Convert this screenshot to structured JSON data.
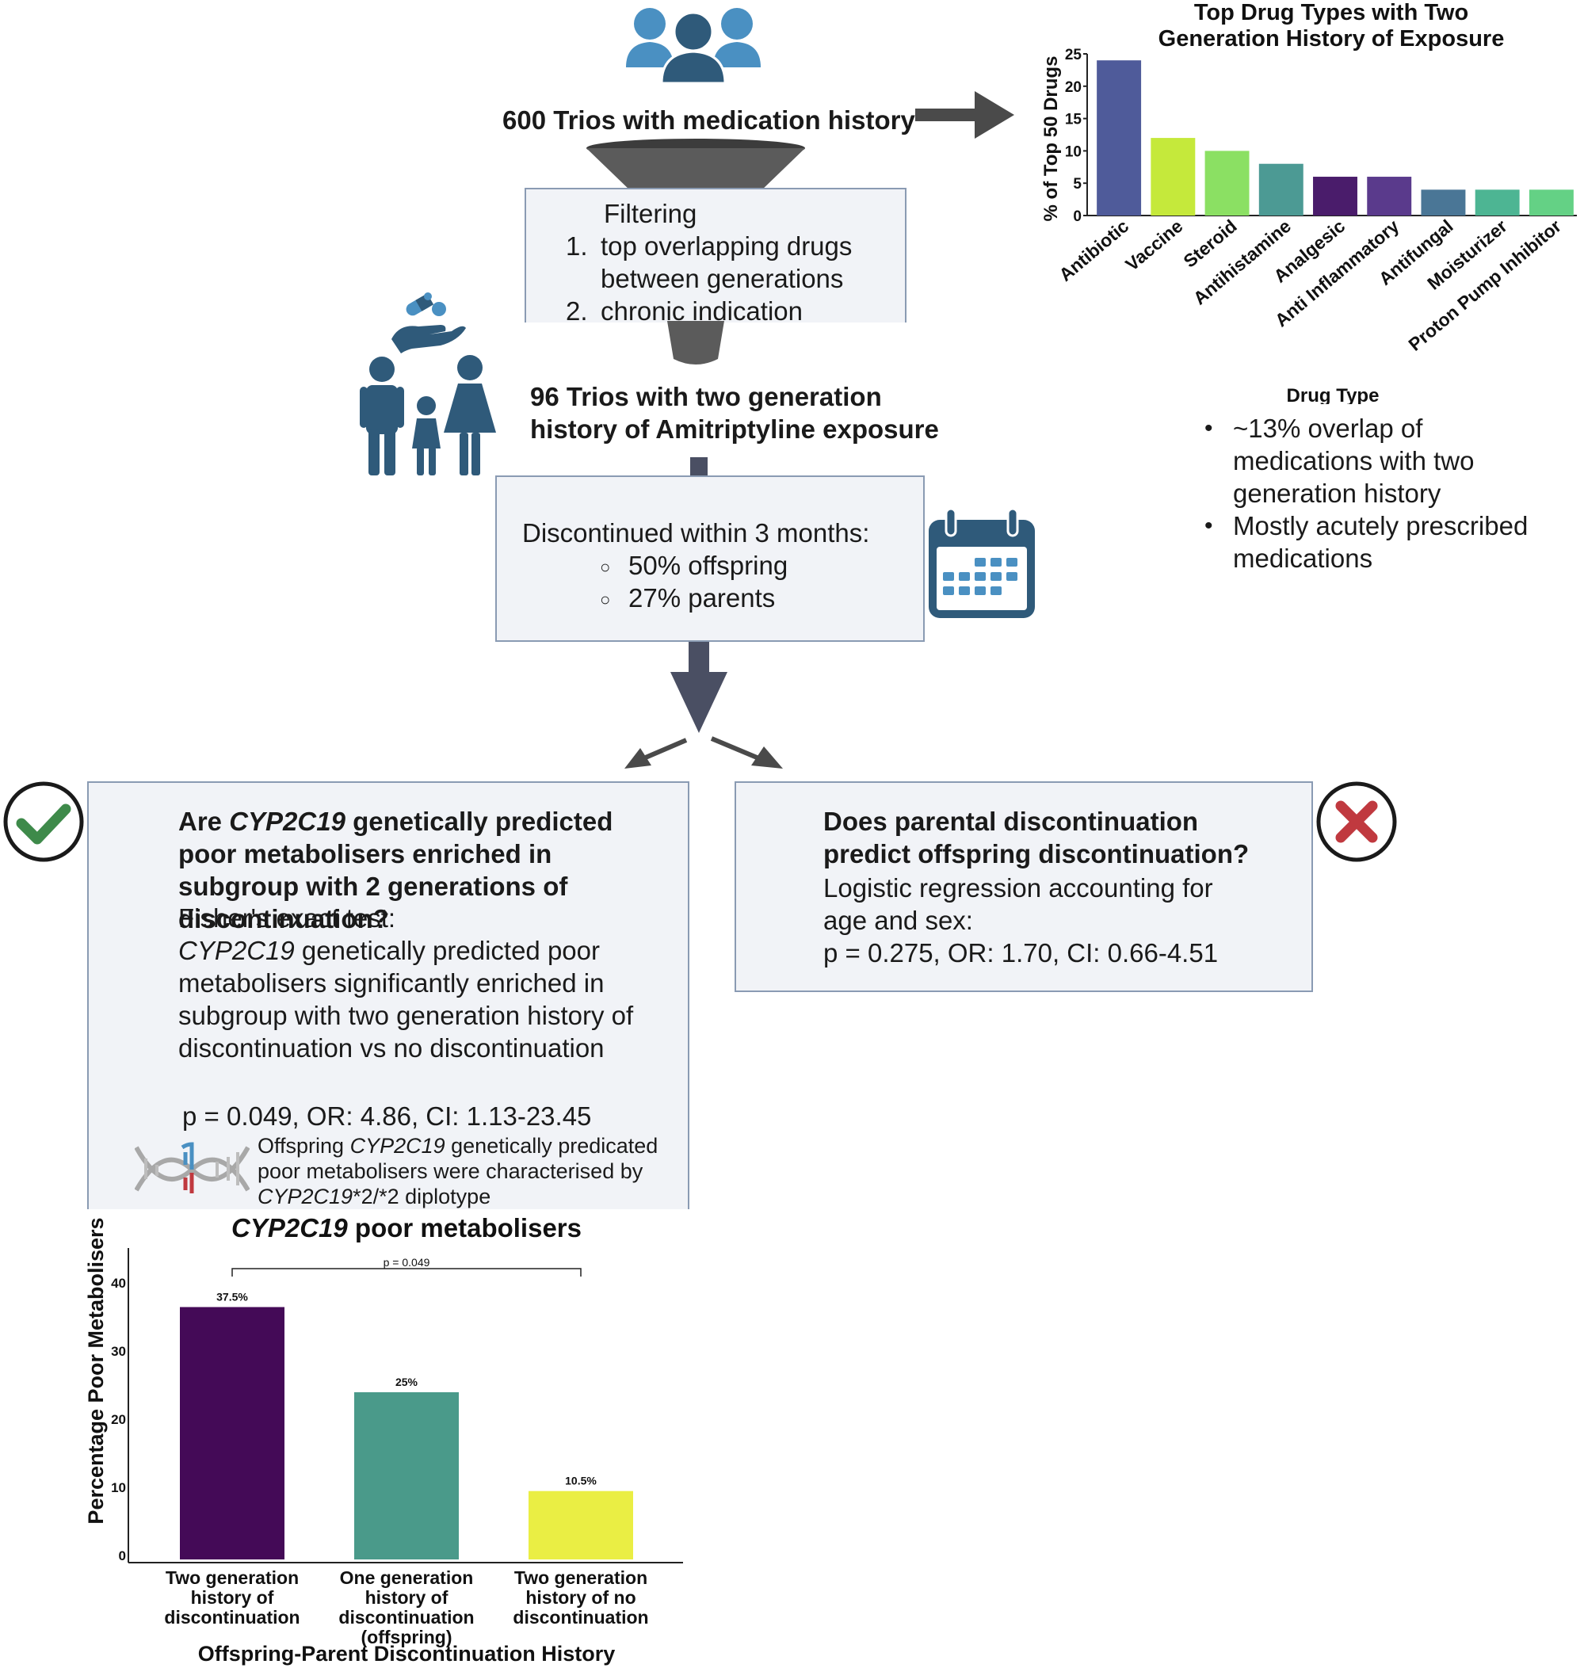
{
  "flow": {
    "cohort": "600 Trios with medication history",
    "filter_box": {
      "title": "Filtering",
      "items": [
        {
          "num": "1.",
          "text": "top overlapping drugs between generations"
        },
        {
          "num": "2.",
          "text": "chronic indication"
        }
      ]
    },
    "subgroup": {
      "line1": "96 Trios with two generation",
      "line2": "history of Amitriptyline exposure"
    },
    "discontinued_box": {
      "title": "Discontinued within 3 months:",
      "items": [
        "50% offspring",
        "27% parents"
      ]
    },
    "right_notes": [
      "~13% overlap of medications with two generation history",
      "Mostly acutely prescribed medications"
    ],
    "left_question": {
      "q_pre": "Are ",
      "q_gene": "CYP2C19",
      "q_post": " genetically predicted poor metabolisers enriched in subgroup with 2 generations of discontinuation?",
      "test": "Fisher's exact test:",
      "finding_gene": "CYP2C19",
      "finding_post": " genetically predicted poor metabolisers significantly enriched in subgroup with two generation history of discontinuation vs  no discontinuation",
      "stats": "p = 0.049, OR: 4.86, CI: 1.13-23.45",
      "note_pre": "Offspring ",
      "note_gene": "CYP2C19",
      "note_mid": " genetically predicated poor metabolisers were characterised by ",
      "note_gene2": "CYP2C19",
      "note_post": "*2/*2 diplotype",
      "result_icon": "check-icon"
    },
    "right_question": {
      "question": "Does parental discontinuation predict offspring discontinuation?",
      "method": "Logistic regression accounting for age and sex:",
      "stats": "p = 0.275, OR: 1.70, CI: 0.66-4.51",
      "result_icon": "x-icon"
    },
    "icons": [
      "people-group-icon",
      "funnel-icon",
      "family-icon",
      "pills-in-hand-icon",
      "calendar-icon",
      "dna-icon",
      "arrow-right-icon",
      "arrow-down-icon"
    ]
  },
  "colors": {
    "box_bg": "#f1f3f7",
    "box_border": "#8a9bb3",
    "people_light": "#4a90c2",
    "people_dark": "#2f5a7a",
    "check": "#3e8a4a",
    "cross": "#c0393f",
    "arrow": "#4a4f63"
  },
  "chart_data": [
    {
      "type": "bar",
      "title": "Top Drug Types with Two Generation History of Exposure",
      "xlabel": "Drug Type",
      "ylabel": "% of Top 50 Drugs",
      "ylim": [
        0,
        25
      ],
      "yticks": [
        0,
        5,
        10,
        15,
        20,
        25
      ],
      "categories": [
        "Antibiotic",
        "Vaccine",
        "Steroid",
        "Antihistamine",
        "Analgesic",
        "Anti Inflammatory",
        "Antifungal",
        "Moisturizer",
        "Proton Pump Inhibitor"
      ],
      "values": [
        24,
        12,
        10,
        8,
        6,
        6,
        4,
        4,
        4
      ],
      "colors": [
        "#4f5b9a",
        "#c5e93b",
        "#8be063",
        "#4c9a94",
        "#4a1c6b",
        "#5a3a8c",
        "#4a7696",
        "#4db593",
        "#64d185"
      ],
      "grid": false,
      "legend": "none"
    },
    {
      "type": "bar",
      "title_gene": "CYP2C19",
      "title_rest": " poor metabolisers",
      "xlabel": "Offspring-Parent Discontinuation History",
      "ylabel": "Percentage Poor Metabolisers",
      "ylim": [
        0,
        45
      ],
      "yticks": [
        0,
        10,
        20,
        30,
        40
      ],
      "categories": [
        "Two generation history of discontinuation",
        "One generation history of discontinuation (offspring)",
        "Two generation history of no discontinuation"
      ],
      "category_lines": [
        [
          "Two generation",
          "history of",
          "discontinuation"
        ],
        [
          "One generation",
          "history of",
          "discontinuation",
          "(offspring)"
        ],
        [
          "Two generation",
          "history of no",
          "discontinuation"
        ]
      ],
      "values": [
        37.5,
        25,
        10.5
      ],
      "labels": [
        "37.5%",
        "25%",
        "10.5%"
      ],
      "colors": [
        "#440a57",
        "#4a9a8a",
        "#eaee44"
      ],
      "annotation": {
        "text": "p = 0.049",
        "between": [
          0,
          2
        ]
      },
      "grid": false,
      "legend": "none"
    }
  ]
}
